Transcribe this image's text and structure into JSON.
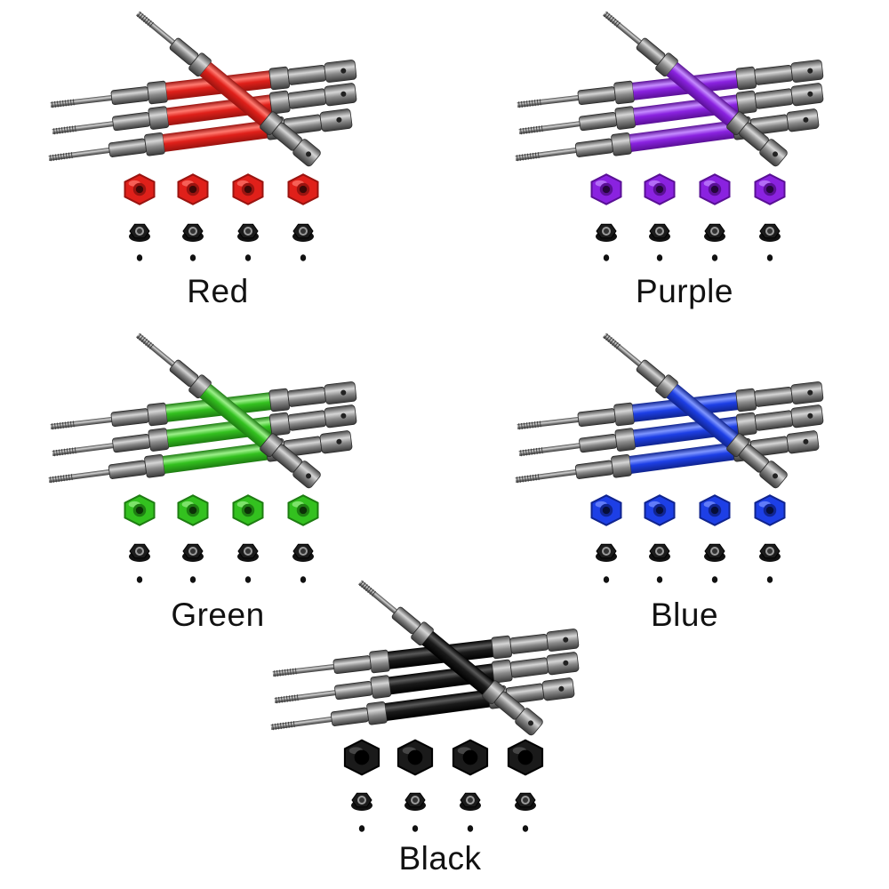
{
  "variants": [
    {
      "id": "red",
      "label": "Red",
      "color": "#e0201a",
      "shade": "#9a1410",
      "hi": "#ff7a70"
    },
    {
      "id": "purple",
      "label": "Purple",
      "color": "#8a22e0",
      "shade": "#5a1096",
      "hi": "#c58cff"
    },
    {
      "id": "green",
      "label": "Green",
      "color": "#33c11f",
      "shade": "#1e7d12",
      "hi": "#9cf08a"
    },
    {
      "id": "blue",
      "label": "Blue",
      "color": "#1d3fe6",
      "shade": "#10248f",
      "hi": "#7f96ff"
    },
    {
      "id": "black",
      "label": "Black",
      "color": "#1a1a1a",
      "shade": "#000000",
      "hi": "#5a5a5a"
    }
  ],
  "parts_per_set": {
    "driveshafts": 4,
    "hex_hubs": 4,
    "lock_nuts": 4,
    "set_screws": 4
  }
}
